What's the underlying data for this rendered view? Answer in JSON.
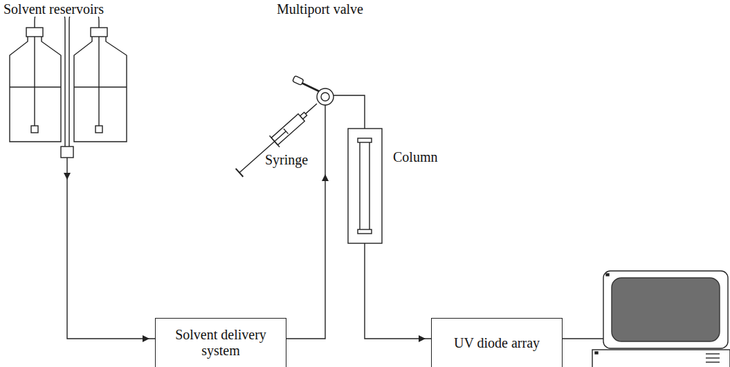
{
  "diagram": {
    "nodes": [
      {
        "text": [
          "Solvent delivery system"
        ]
      },
      {
        "text": [
          "UV diode array"
        ]
      }
    ],
    "labels": [
      "Solvent reservoirs",
      "Multiport valve",
      "Syringe",
      "Column"
    ]
  }
}
